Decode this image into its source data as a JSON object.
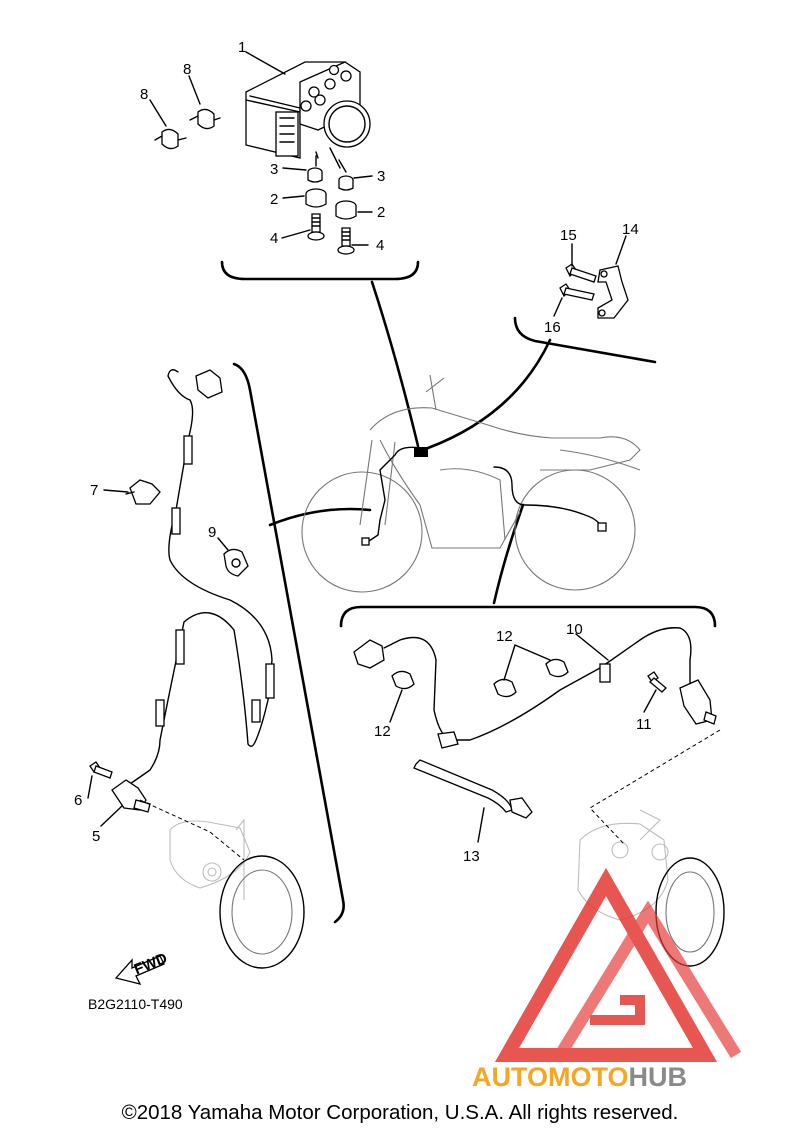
{
  "callouts": {
    "c1": "1",
    "c2a": "2",
    "c2b": "2",
    "c3a": "3",
    "c3b": "3",
    "c4a": "4",
    "c4b": "4",
    "c5": "5",
    "c6": "6",
    "c7": "7",
    "c8a": "8",
    "c8b": "8",
    "c9": "9",
    "c10": "10",
    "c11": "11",
    "c12a": "12",
    "c12b": "12",
    "c13": "13",
    "c14": "14",
    "c15": "15",
    "c16": "16"
  },
  "arrow_label": "FWD",
  "diagram_code": "B2G2110-T490",
  "copyright": "©2018 Yamaha Motor Corporation, U.S.A. All rights reserved.",
  "watermark": {
    "brand_a": "AUTOMOTO",
    "brand_b": "HUB"
  },
  "colors": {
    "ink": "#000000",
    "watermark_red": "#e53935",
    "watermark_orange": "#f5a623",
    "watermark_gray": "#8a8a8a"
  }
}
